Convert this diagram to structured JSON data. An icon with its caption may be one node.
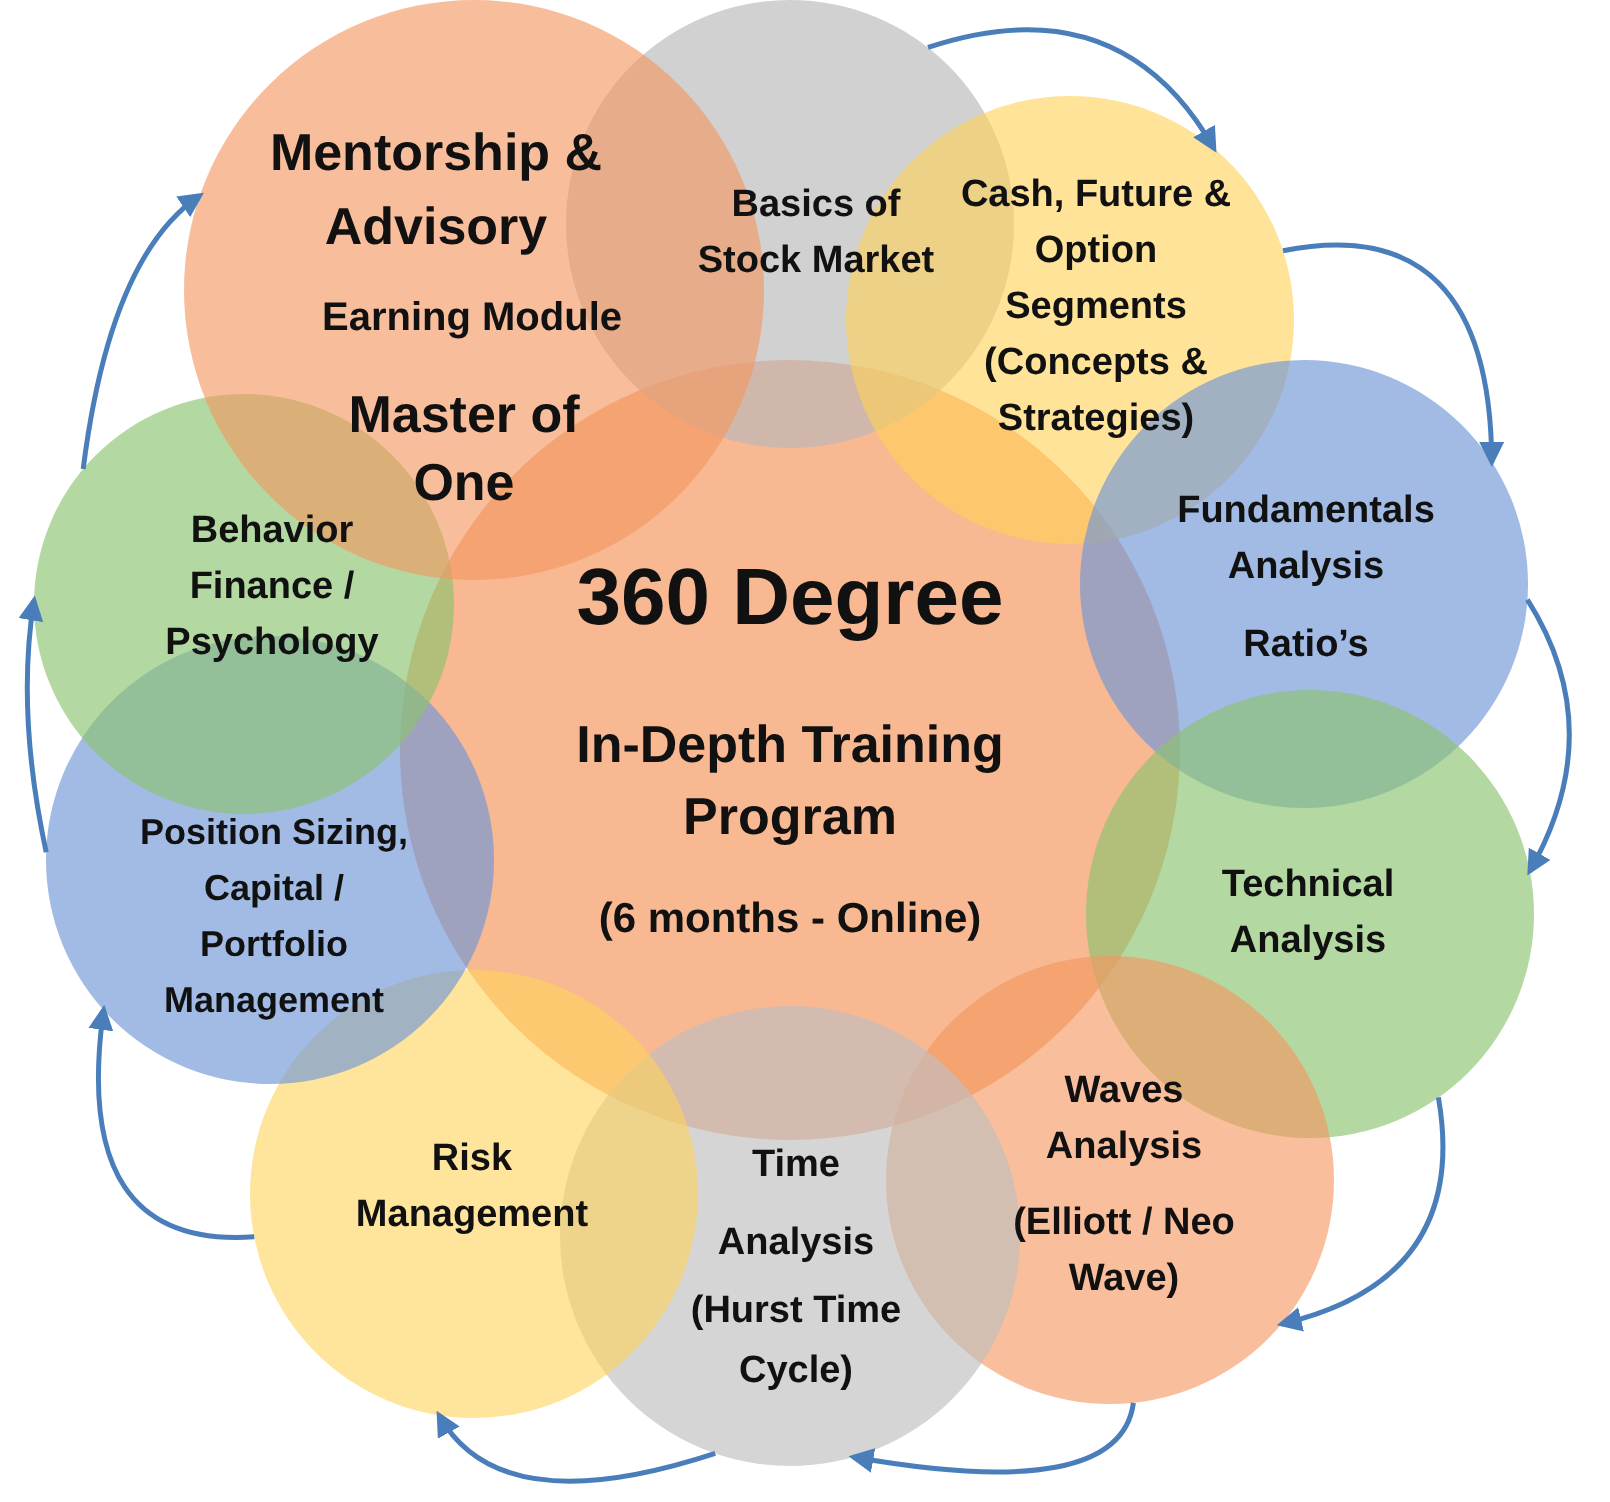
{
  "diagram": {
    "nodes": [
      {
        "text": [
          "360 Degree",
          "In-Depth Training Program",
          "(6 months - Online)"
        ]
      },
      {
        "text": [
          "Mentorship & Advisory",
          "Earning Module",
          "Master of One"
        ]
      },
      {
        "text": [
          "Basics of Stock Market"
        ]
      },
      {
        "text": [
          "Cash, Future & Option Segments (Concepts & Strategies)"
        ]
      },
      {
        "text": [
          "Fundamentals Analysis",
          "Ratio’s"
        ]
      },
      {
        "text": [
          "Technical Analysis"
        ]
      },
      {
        "text": [
          "Waves Analysis",
          "(Elliott / Neo Wave)"
        ]
      },
      {
        "text": [
          "Time Analysis",
          "(Hurst Time Cycle)"
        ]
      },
      {
        "text": [
          "Risk Management"
        ]
      },
      {
        "text": [
          "Position Sizing, Capital / Portfolio Management"
        ]
      },
      {
        "text": [
          "Behavior Finance / Psychology"
        ]
      }
    ],
    "edges": [
      {
        "from": 2,
        "to": 3,
        "arrow": "to"
      },
      {
        "from": 3,
        "to": 4,
        "arrow": "to"
      },
      {
        "from": 4,
        "to": 5,
        "arrow": "to"
      },
      {
        "from": 5,
        "to": 6,
        "arrow": "to"
      },
      {
        "from": 6,
        "to": 7,
        "arrow": "to"
      },
      {
        "from": 7,
        "to": 8,
        "arrow": "to"
      },
      {
        "from": 8,
        "to": 9,
        "arrow": "to"
      },
      {
        "from": 9,
        "to": 10,
        "arrow": "to"
      },
      {
        "from": 10,
        "to": 1,
        "arrow": "to"
      }
    ]
  }
}
